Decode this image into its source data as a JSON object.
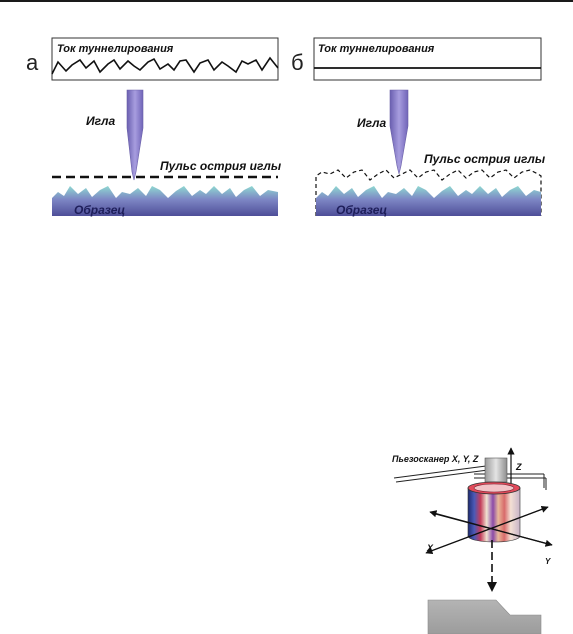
{
  "panels": {
    "a": {
      "letter": "а",
      "current_label": "Ток туннелирования",
      "needle_label": "Игла",
      "pulse_label": "Пульс острия иглы",
      "sample_label": "Образец"
    },
    "b": {
      "letter": "б",
      "current_label": "Ток туннелирования",
      "needle_label": "Игла",
      "pulse_label": "Пульс острия иглы",
      "sample_label": "Образец"
    }
  },
  "scanner": {
    "title": "Пьезосканер X, Y, Z",
    "axis_z": "Z",
    "axis_x": "X",
    "axis_y": "Y"
  },
  "colors": {
    "needle": "#8a7fc8",
    "sample_top": "#8fd3cf",
    "sample_bottom": "#5a5aa0",
    "surface": "#a8a8a8"
  }
}
